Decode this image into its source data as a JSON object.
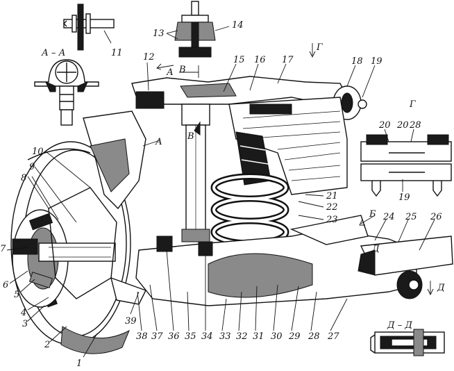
{
  "section_labels": {
    "aa": "А – А",
    "dd": "Д – Д",
    "g_title": "Г",
    "g_arrow": "Г",
    "a1": "А",
    "a2": "А",
    "b1": "Б",
    "v1": "В",
    "v2": "В",
    "d1": "Д",
    "d2": "Д"
  },
  "callouts": [
    "1",
    "2",
    "3",
    "4",
    "5",
    "6",
    "7",
    "8",
    "9",
    "10",
    "11",
    "12",
    "13",
    "14",
    "15",
    "16",
    "17",
    "18",
    "19",
    "20",
    "21",
    "22",
    "23",
    "24",
    "25",
    "26",
    "27",
    "28",
    "29",
    "30",
    "31",
    "32",
    "33",
    "34",
    "35",
    "36",
    "37",
    "38",
    "39"
  ],
  "inset_g": {
    "labels": [
      "20",
      "28",
      "19"
    ]
  }
}
